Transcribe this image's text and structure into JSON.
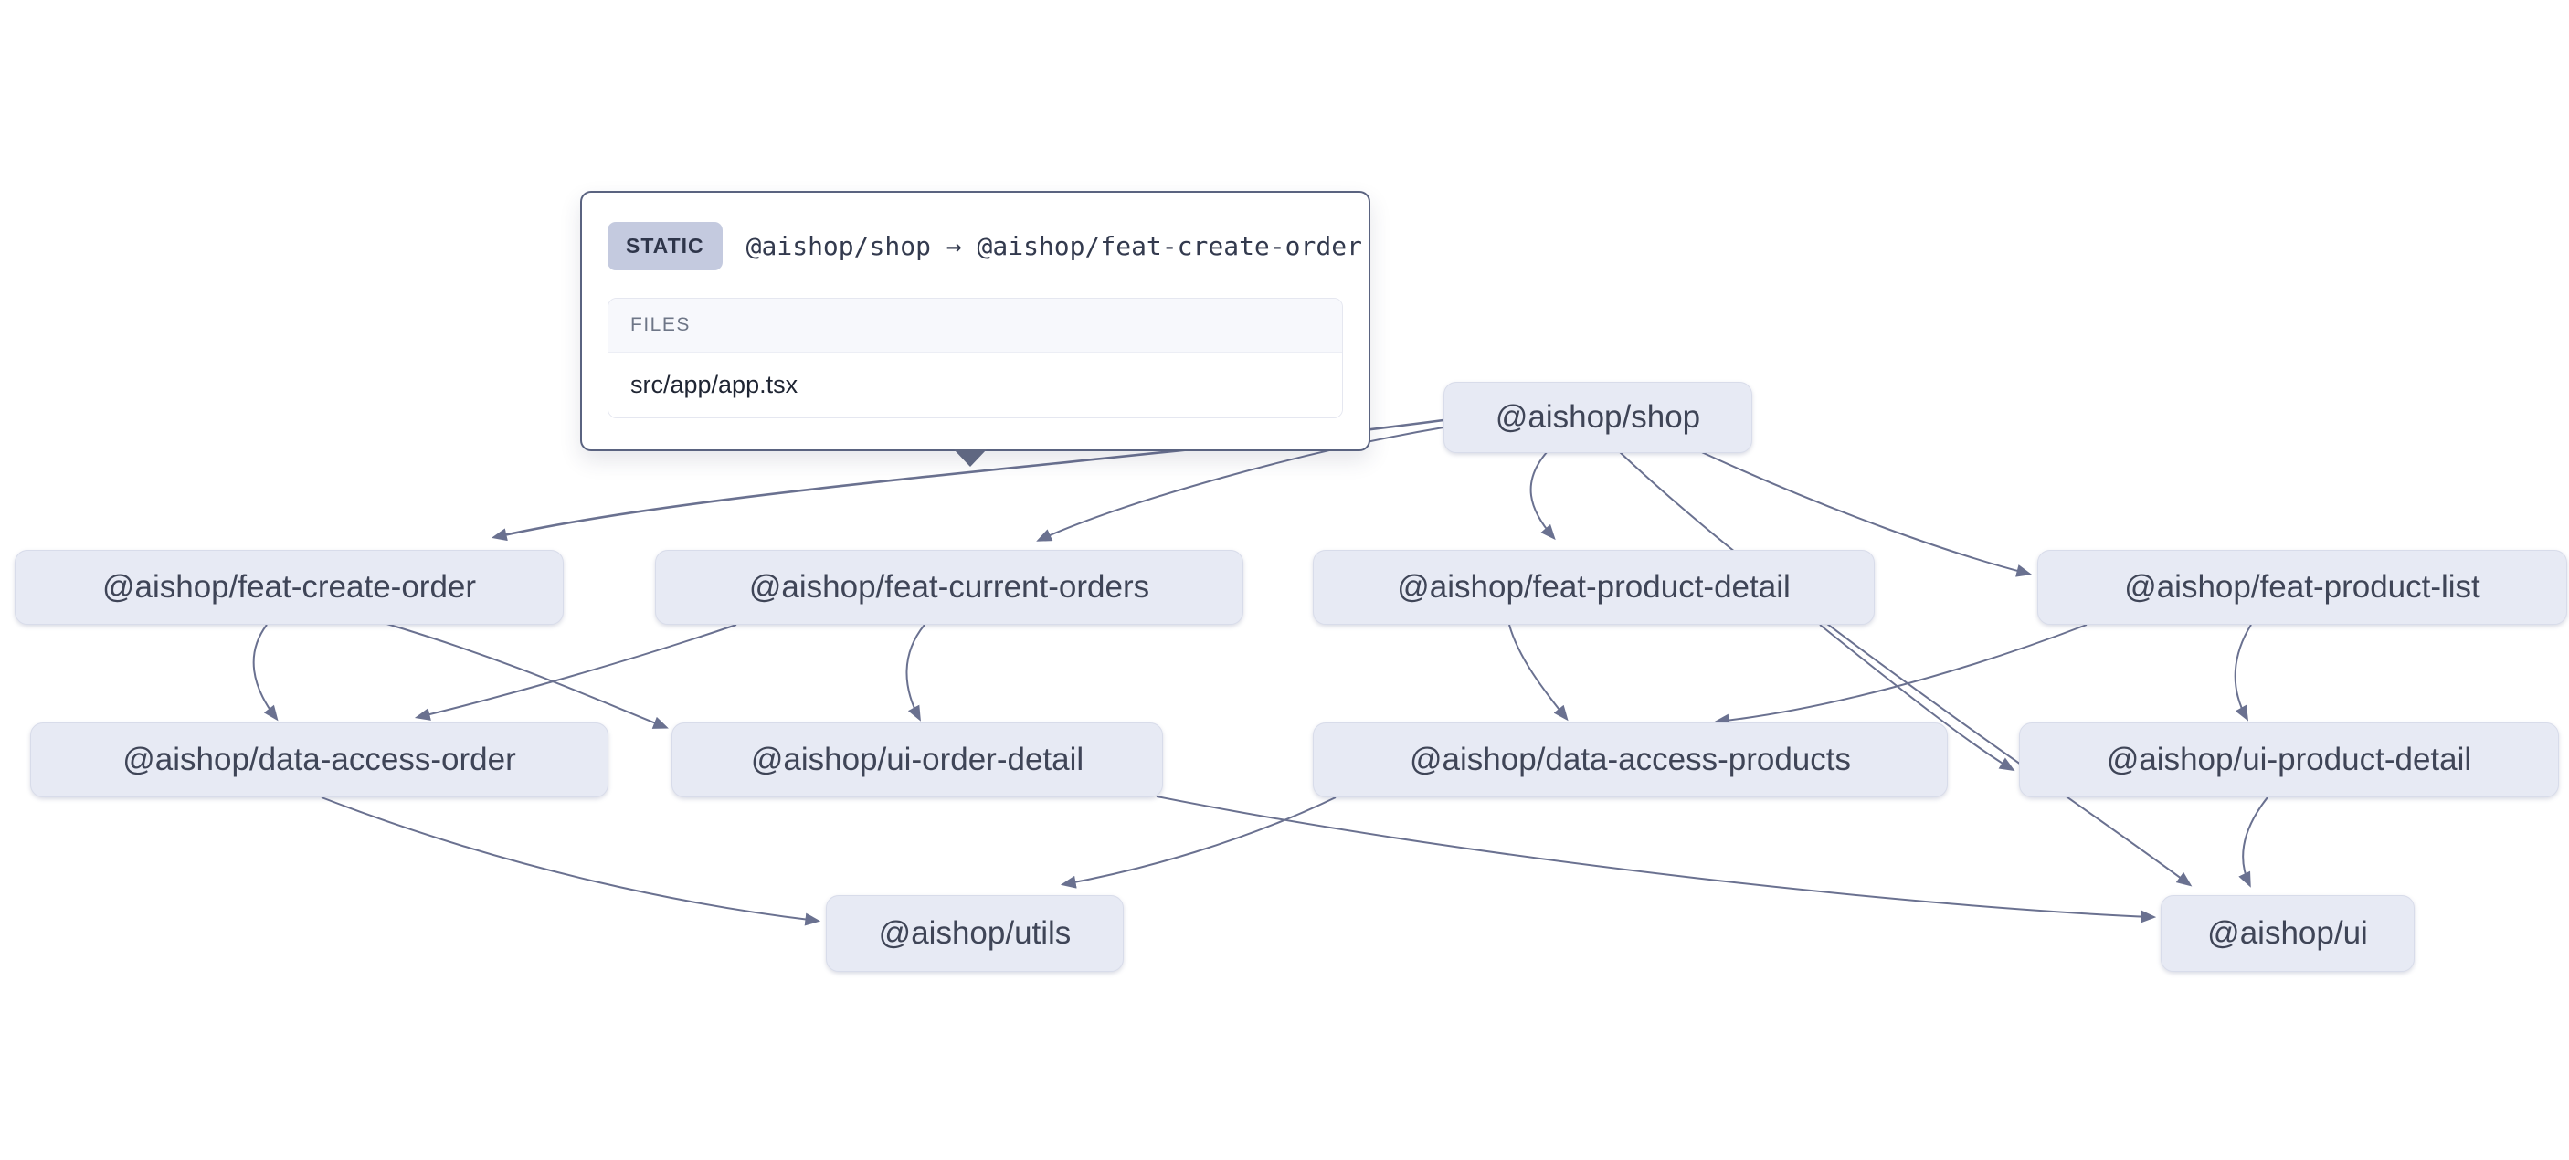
{
  "app": {
    "name": "project dependency graph",
    "canvas_bg": "#ffffff"
  },
  "colors": {
    "node_fill": "#e7eaf4",
    "node_border": "#d8dcea",
    "node_text": "#3f4557",
    "edge": "#6a7190",
    "tooltip_border": "#5a6380",
    "badge_bg": "#c4cadf",
    "badge_text": "#2e354a",
    "files_heading_text": "#6e7687",
    "file_text": "#1f2533"
  },
  "tooltip": {
    "type_label": "STATIC",
    "route": "@aishop/shop → @aishop/feat-create-order",
    "files_heading": "FILES",
    "files": [
      "src/app/app.tsx"
    ]
  },
  "nodes": [
    {
      "id": "shop",
      "label": "@aishop/shop"
    },
    {
      "id": "feat-create-order",
      "label": "@aishop/feat-create-order"
    },
    {
      "id": "feat-current-orders",
      "label": "@aishop/feat-current-orders"
    },
    {
      "id": "feat-product-detail",
      "label": "@aishop/feat-product-detail"
    },
    {
      "id": "feat-product-list",
      "label": "@aishop/feat-product-list"
    },
    {
      "id": "data-access-order",
      "label": "@aishop/data-access-order"
    },
    {
      "id": "ui-order-detail",
      "label": "@aishop/ui-order-detail"
    },
    {
      "id": "data-access-products",
      "label": "@aishop/data-access-products"
    },
    {
      "id": "ui-product-detail",
      "label": "@aishop/ui-product-detail"
    },
    {
      "id": "utils",
      "label": "@aishop/utils"
    },
    {
      "id": "ui",
      "label": "@aishop/ui"
    }
  ],
  "edges": [
    {
      "source": "@aishop/shop",
      "target": "@aishop/feat-create-order",
      "selected": true
    },
    {
      "source": "@aishop/shop",
      "target": "@aishop/feat-current-orders"
    },
    {
      "source": "@aishop/shop",
      "target": "@aishop/feat-product-detail"
    },
    {
      "source": "@aishop/shop",
      "target": "@aishop/feat-product-list"
    },
    {
      "source": "@aishop/shop",
      "target": "@aishop/ui"
    },
    {
      "source": "@aishop/feat-create-order",
      "target": "@aishop/data-access-order"
    },
    {
      "source": "@aishop/feat-create-order",
      "target": "@aishop/ui-order-detail"
    },
    {
      "source": "@aishop/feat-current-orders",
      "target": "@aishop/data-access-order"
    },
    {
      "source": "@aishop/feat-current-orders",
      "target": "@aishop/ui-order-detail"
    },
    {
      "source": "@aishop/feat-product-detail",
      "target": "@aishop/data-access-products"
    },
    {
      "source": "@aishop/feat-product-detail",
      "target": "@aishop/ui-product-detail"
    },
    {
      "source": "@aishop/feat-product-list",
      "target": "@aishop/data-access-products"
    },
    {
      "source": "@aishop/feat-product-list",
      "target": "@aishop/ui-product-detail"
    },
    {
      "source": "@aishop/ui-order-detail",
      "target": "@aishop/ui"
    },
    {
      "source": "@aishop/ui-product-detail",
      "target": "@aishop/ui"
    },
    {
      "source": "@aishop/data-access-order",
      "target": "@aishop/utils"
    },
    {
      "source": "@aishop/data-access-products",
      "target": "@aishop/utils"
    }
  ]
}
